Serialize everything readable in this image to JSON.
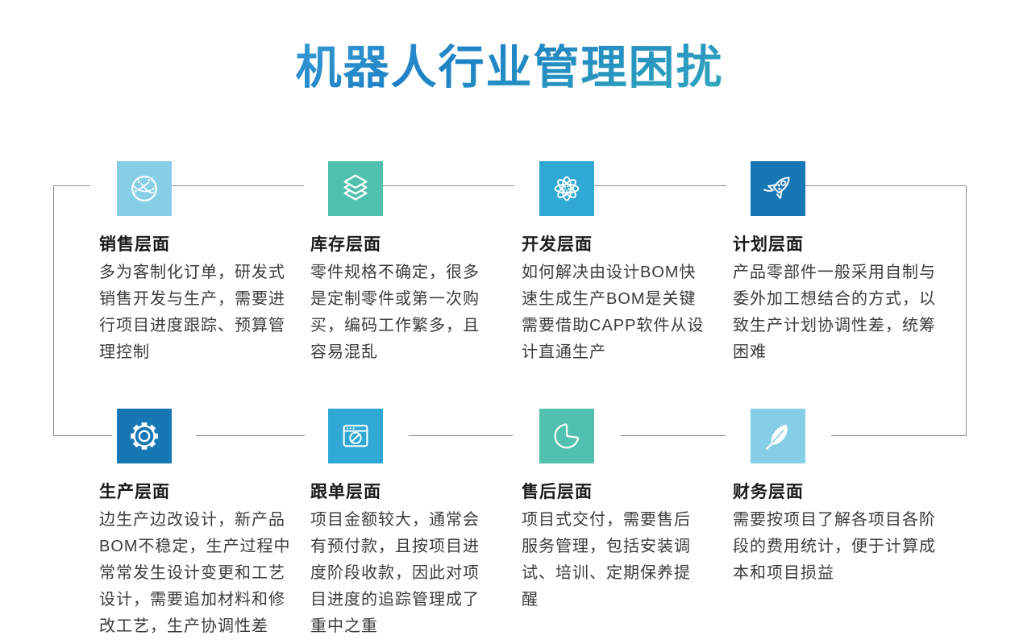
{
  "page": {
    "title": "机器人行业管理困扰",
    "background": "#ffffff"
  },
  "colors": {
    "light_blue": "#85CEE5",
    "teal": "#52C0AF",
    "cyan": "#2FA9D3",
    "dark_blue": "#1777B4",
    "connector_line": "#8C8C8C",
    "title_gradient_start": "#54B7E8",
    "title_gradient_mid": "#1E82C5",
    "title_gradient_end": "#3FC2B4",
    "card_title_text": "#1A1A1A",
    "card_body_text": "#3C3C3C"
  },
  "cards": [
    {
      "icon": "globe-network-icon",
      "title": "销售层面",
      "body": "多为客制化订单，研发式\n销售开发与生产，需要进\n行项目进度跟踪、预算管\n理控制"
    },
    {
      "icon": "layers-icon",
      "title": "库存层面",
      "body": "零件规格不确定，很多\n是定制零件或第一次购\n买，编码工作繁多，且\n容易混乱"
    },
    {
      "icon": "atom-icon",
      "title": "开发层面",
      "body": "如何解决由设计BOM快\n速生成生产BOM是关键\n需要借助CAPP软件从设\n计直通生产"
    },
    {
      "icon": "rocket-icon",
      "title": "计划层面",
      "body": "产品零部件一般采用自制与\n委外加工想结合的方式，以\n致生产计划协调性差，统筹\n困难"
    },
    {
      "icon": "gear-icon",
      "title": "生产层面",
      "body": "边生产边改设计，新产品\nBOM不稳定，生产过程中\n常常发生设计变更和工艺\n设计，需要追加材料和修\n改工艺，生产协调性差"
    },
    {
      "icon": "browser-compass-icon",
      "title": "跟单层面",
      "body": "项目金额较大，通常会\n有预付款，且按项目进\n度阶段收款，因此对项\n目进度的追踪管理成了\n重中之重"
    },
    {
      "icon": "pie-chart-icon",
      "title": "售后层面",
      "body": "项目式交付，需要售后\n服务管理，包括安装调\n试、培训、定期保养提\n醒"
    },
    {
      "icon": "feather-icon",
      "title": "财务层面",
      "body": "需要按项目了解各项目各阶\n段的费用统计，便于计算成\n本和项目损益"
    }
  ]
}
